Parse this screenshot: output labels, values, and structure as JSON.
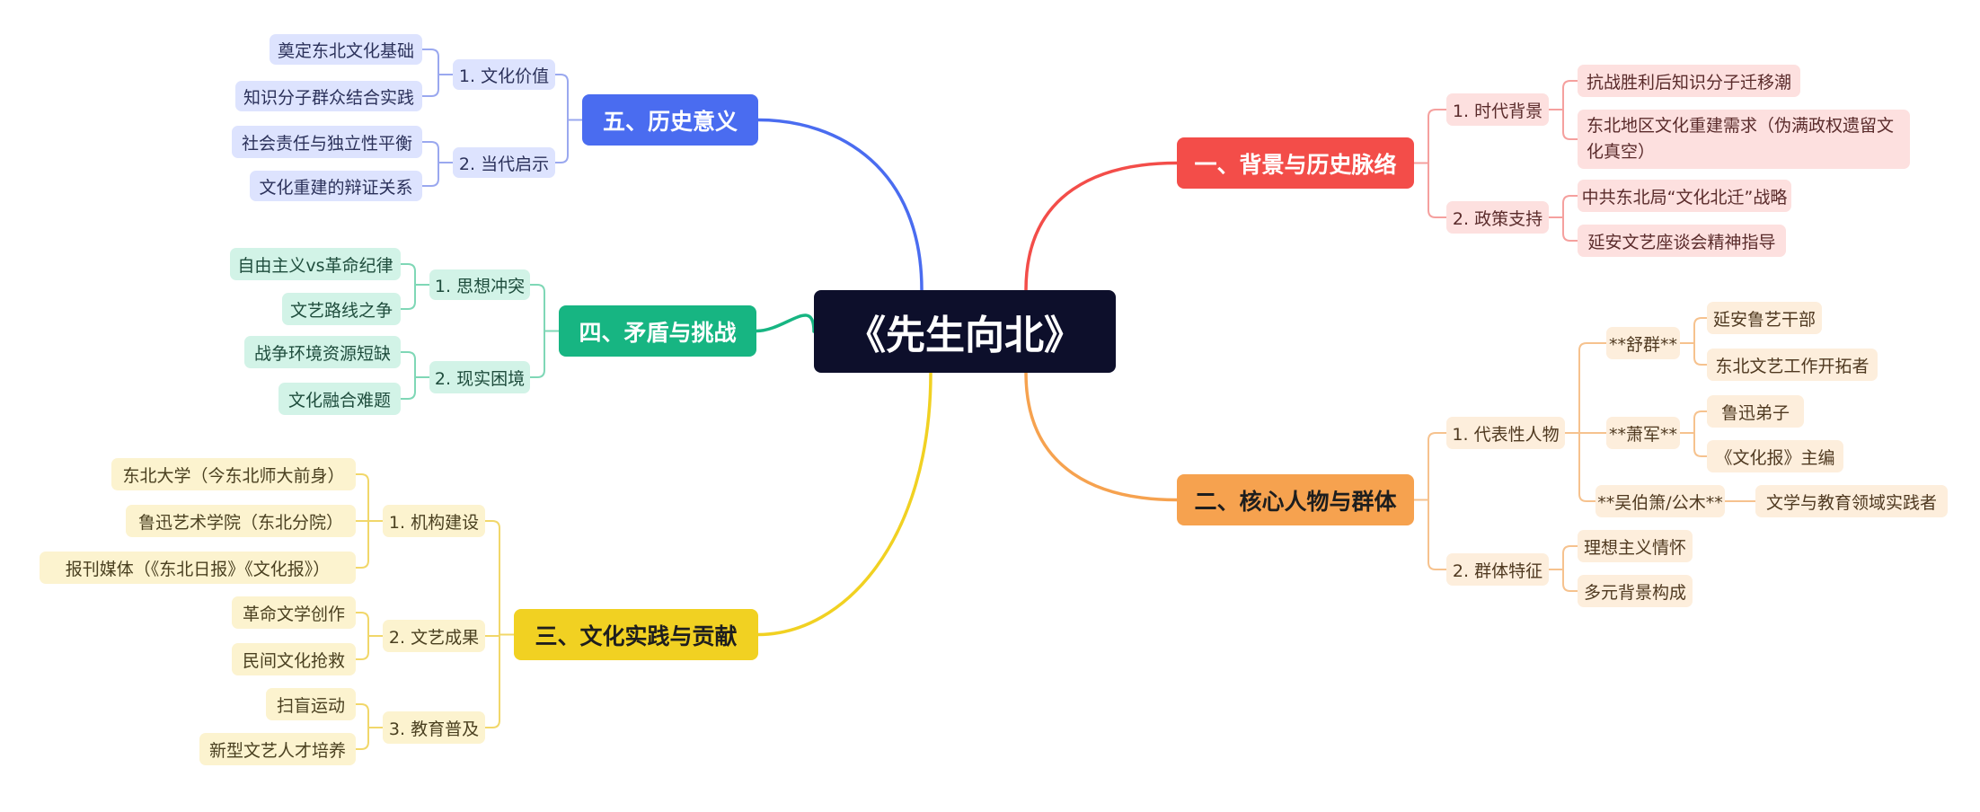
{
  "root": "《先生向北》",
  "branches": {
    "b5": {
      "label": "五、历史意义",
      "color": "#4a6cf0",
      "subs": [
        {
          "label": "1. 文化价值",
          "leaves": [
            "奠定东北文化基础",
            "知识分子群众结合实践"
          ]
        },
        {
          "label": "2. 当代启示",
          "leaves": [
            "社会责任与独立性平衡",
            "文化重建的辩证关系"
          ]
        }
      ]
    },
    "b4": {
      "label": "四、矛盾与挑战",
      "color": "#17b582",
      "subs": [
        {
          "label": "1. 思想冲突",
          "leaves": [
            "自由主义vs革命纪律",
            "文艺路线之争"
          ]
        },
        {
          "label": "2. 现实困境",
          "leaves": [
            "战争环境资源短缺",
            "文化融合难题"
          ]
        }
      ]
    },
    "b3": {
      "label": "三、文化实践与贡献",
      "color": "#f1d122",
      "subs": [
        {
          "label": "1. 机构建设",
          "leaves": [
            "东北大学（今东北师大前身）",
            "鲁迅艺术学院（东北分院）",
            "报刊媒体（《东北日报》《文化报》）"
          ]
        },
        {
          "label": "2. 文艺成果",
          "leaves": [
            "革命文学创作",
            "民间文化抢救"
          ]
        },
        {
          "label": "3. 教育普及",
          "leaves": [
            "扫盲运动",
            "新型文艺人才培养"
          ]
        }
      ]
    },
    "b1": {
      "label": "一、背景与历史脉络",
      "color": "#f34d49",
      "subs": [
        {
          "label": "1. 时代背景",
          "leaves": [
            "抗战胜利后知识分子迁移潮",
            "东北地区文化重建需求（伪满政权遗留文化真空）"
          ]
        },
        {
          "label": "2. 政策支持",
          "leaves": [
            "中共东北局“文化北迁”战略",
            "延安文艺座谈会精神指导"
          ]
        }
      ]
    },
    "b2": {
      "label": "二、核心人物与群体",
      "color": "#f6a24f",
      "subs": [
        {
          "label": "1. 代表性人物",
          "persons": [
            {
              "label": "**舒群**",
              "leaves": [
                "延安鲁艺干部",
                "东北文艺工作开拓者"
              ]
            },
            {
              "label": "**萧军**",
              "leaves": [
                "鲁迅弟子",
                "《文化报》主编"
              ]
            },
            {
              "label": "**吴伯箫/公木**",
              "leaves": [
                "文学与教育领域实践者"
              ]
            }
          ]
        },
        {
          "label": "2. 群体特征",
          "leaves": [
            "理想主义情怀",
            "多元背景构成"
          ]
        }
      ]
    }
  }
}
